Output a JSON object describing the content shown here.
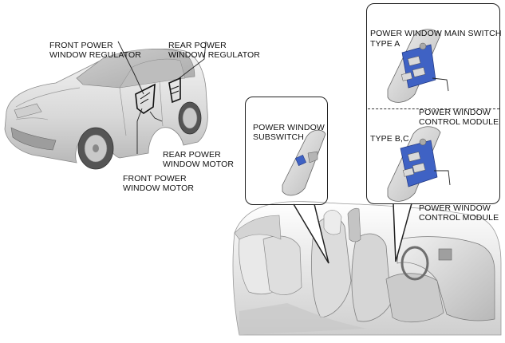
{
  "labels": {
    "front_regulator": [
      "FRONT POWER",
      "WINDOW REGULATOR"
    ],
    "rear_regulator": [
      "REAR POWER",
      "WINDOW REGULATOR"
    ],
    "rear_motor": [
      "REAR POWER",
      "WINDOW MOTOR"
    ],
    "front_motor": [
      "FRONT POWER",
      "WINDOW MOTOR"
    ],
    "subswitch": [
      "POWER WINDOW",
      "SUBSWITCH"
    ],
    "main_switch": "POWER WINDOW MAIN SWITCH",
    "type_a": "TYPE A",
    "type_bc": "TYPE B,C",
    "control_module_a": [
      "POWER WINDOW",
      "CONTROL MODULE"
    ],
    "control_module_bc": [
      "POWER WINDOW",
      "CONTROL MODULE"
    ]
  },
  "colors": {
    "line": "#222222",
    "part_blue": "#3f62c4",
    "switch_gray": "#d9d9d9",
    "car_gray": "#e2e2e2"
  }
}
